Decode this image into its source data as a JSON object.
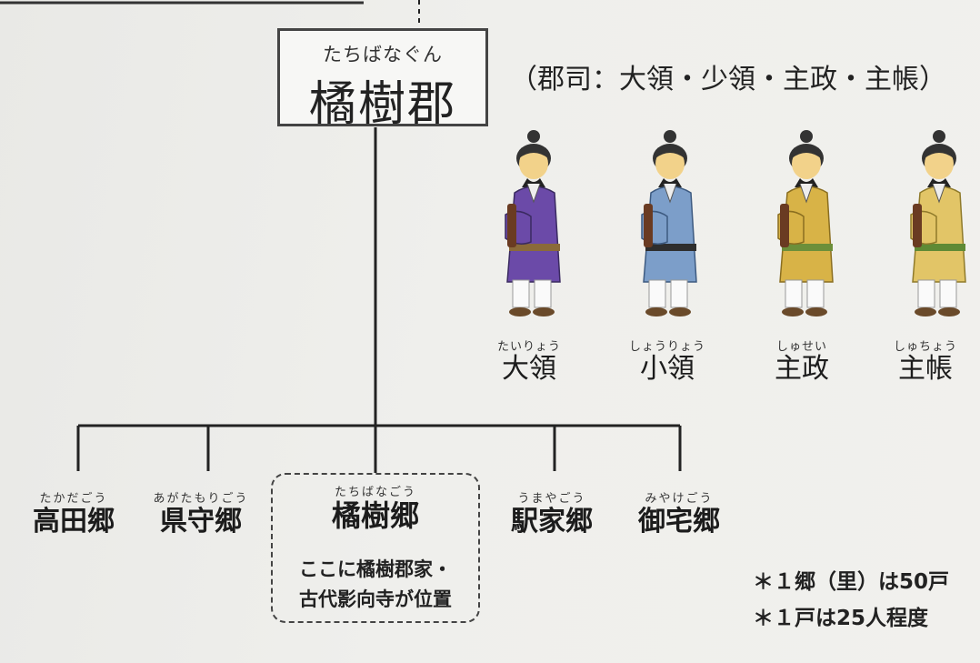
{
  "district": {
    "ruby": "たちばなぐん",
    "name": "橘樹郡"
  },
  "officials_caption": "（郡司：大領・少領・主政・主帳）",
  "officials": [
    {
      "ruby": "たいりょう",
      "name": "大領",
      "robe_color": "#6b4aa8"
    },
    {
      "ruby": "しょうりょう",
      "name": "小領",
      "robe_color": "#7c9ec9"
    },
    {
      "ruby": "しゅせい",
      "name": "主政",
      "robe_color": "#d8b347"
    },
    {
      "ruby": "しゅちょう",
      "name": "主帳",
      "robe_color": "#e2c567"
    }
  ],
  "villages": [
    {
      "ruby": "たかだごう",
      "name": "高田郷"
    },
    {
      "ruby": "あがたもりごう",
      "name": "県守郷"
    },
    {
      "ruby": "たちばなごう",
      "name": "橘樹郷"
    },
    {
      "ruby": "うまやごう",
      "name": "駅家郷"
    },
    {
      "ruby": "みやけごう",
      "name": "御宅郷"
    }
  ],
  "center_note": [
    "ここに橘樹郡家・",
    "古代影向寺が位置"
  ],
  "footnotes": [
    "＊１郷（里）は50戸",
    "＊１戸は25人程度"
  ]
}
